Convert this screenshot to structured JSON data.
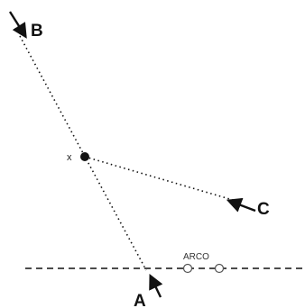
{
  "labels": {
    "point_a": "A",
    "point_b": "B",
    "point_c": "C",
    "crossing_mark": "x",
    "arco": "ARCO"
  },
  "colors": {
    "ink": "#111111",
    "background": "#ffffff"
  },
  "icons": {
    "arrow": "arrowhead-icon",
    "hole": "hollow-circle-icon",
    "point": "filled-dot-icon"
  }
}
